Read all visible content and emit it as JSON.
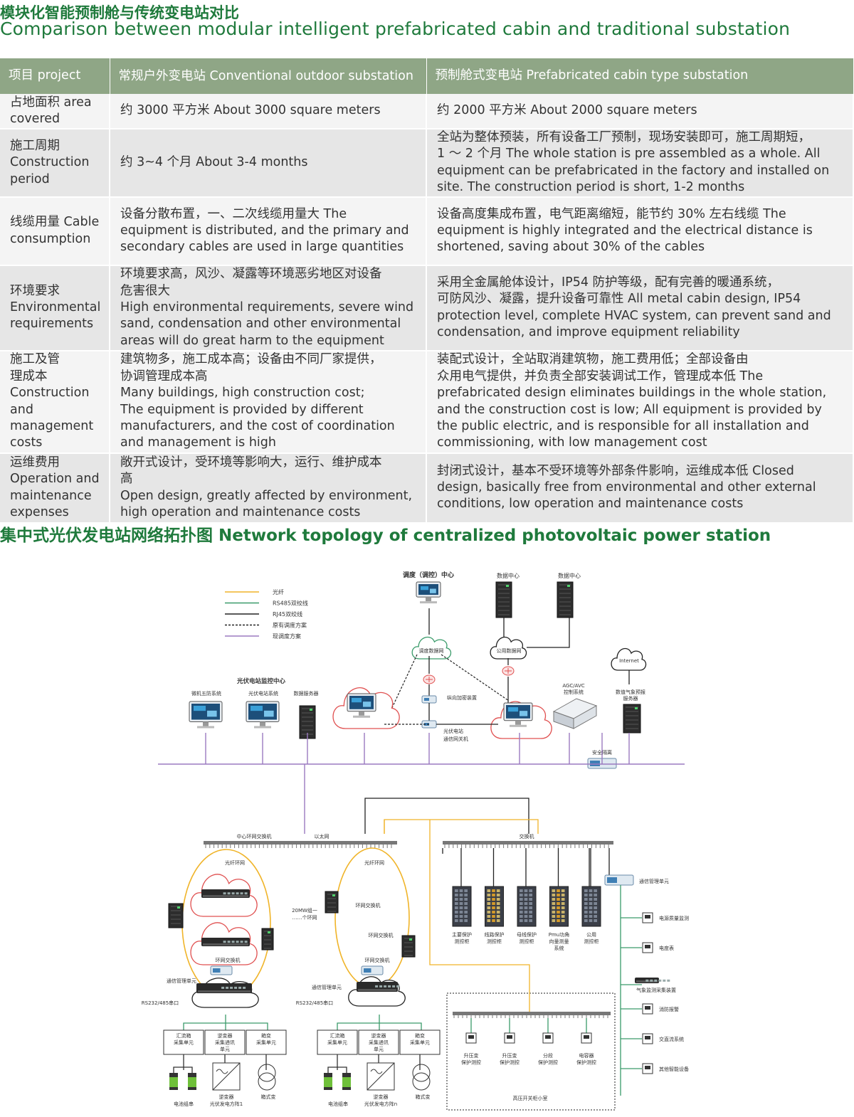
{
  "title_cn": "模块化智能预制舱与传统变电站对比",
  "title_en": "Comparison between modular intelligent prefabricated cabin and traditional substation",
  "table": {
    "headers": [
      "项目 project",
      "常规户外变电站 Conventional outdoor substation",
      "预制舱式变电站 Prefabricated cabin type substation"
    ],
    "rows": [
      {
        "item": [
          "占地面积 area",
          "covered"
        ],
        "conventional": [
          "约 3000 平方米 About 3000 square meters"
        ],
        "prefab": [
          "约 2000 平方米 About 2000 square meters"
        ]
      },
      {
        "item": [
          "施工周期",
          "Construction",
          "period"
        ],
        "conventional": [
          "约 3~4 个月 About 3-4 months"
        ],
        "prefab": [
          "全站为整体预装，所有设备工厂预制，现场安装即可，施工周期短，",
          "1 ～ 2 个月 The whole station is pre assembled as a whole. All",
          "equipment can be prefabricated in the factory and installed on",
          "site. The construction period is short, 1-2 months"
        ]
      },
      {
        "item": [
          "线缆用量 Cable",
          "consumption"
        ],
        "conventional": [
          "设备分散布置，一、二次线缆用量大 The",
          "equipment is distributed, and the primary and",
          "secondary cables are used in large quantities"
        ],
        "prefab": [
          "设备高度集成布置，电气距离缩短，能节约 30% 左右线缆 The",
          "equipment is highly integrated and the electrical distance is",
          "shortened, saving about 30% of the cables"
        ]
      },
      {
        "item": [
          "环境要求",
          "Environmental",
          "requirements"
        ],
        "conventional": [
          "环境要求高，风沙、凝露等环境恶劣地区对设备",
          "危害很大",
          "High environmental requirements, severe wind",
          "sand, condensation and other environmental",
          "areas will do great harm to the equipment"
        ],
        "prefab": [
          "采用全金属舱体设计，IP54 防护等级，配有完善的暖通系统，",
          "可防风沙、凝露，提升设备可靠性 All metal cabin design, IP54",
          "protection level, complete HVAC system, can prevent sand and",
          "condensation, and improve equipment reliability"
        ]
      },
      {
        "item": [
          "施工及管",
          "理成本",
          "Construction",
          "and",
          "management",
          "costs"
        ],
        "conventional": [
          "建筑物多，施工成本高；设备由不同厂家提供，",
          "协调管理成本高",
          "Many buildings, high construction cost;",
          "The equipment is provided by different",
          "manufacturers, and the cost of coordination",
          "and management is high"
        ],
        "prefab": [
          "装配式设计，全站取消建筑物，施工费用低；全部设备由",
          "众用电气提供，并负责全部安装调试工作，管理成本低 The",
          "prefabricated design eliminates buildings in the whole station,",
          "and the construction cost is low; All equipment is provided by",
          "the public electric, and is responsible for all installation and",
          "commissioning, with low management cost"
        ]
      },
      {
        "item": [
          "运维费用",
          "Operation and",
          "maintenance",
          "expenses"
        ],
        "conventional": [
          "敞开式设计，受环境等影响大，运行、维护成本",
          "高",
          "Open design, greatly affected by environment,",
          "high operation and maintenance costs"
        ],
        "prefab": [
          "封闭式设计，基本不受环境等外部条件影响，运维成本低 Closed",
          "design, basically free from environmental and other external",
          "conditions, low operation and maintenance costs"
        ]
      }
    ]
  },
  "topology_title": "集中式光伏发电站网络拓扑图 Network topology of centralized photovoltaic power station",
  "topology": {
    "legend": [
      {
        "label": "光纤",
        "color": "#f0b429",
        "dash": false
      },
      {
        "label": "RS485双绞线",
        "color": "#3a9b6a",
        "dash": false
      },
      {
        "label": "RJ45双绞线",
        "color": "#222222",
        "dash": false
      },
      {
        "label": "原有调度方案",
        "color": "#222222",
        "dash": true
      },
      {
        "label": "现调度方案",
        "color": "#9b7ac0",
        "dash": false
      }
    ],
    "labels": {
      "dispatch_center": "调度（调控）中心",
      "data_center_1": "数据中心",
      "data_center_2": "数据中心",
      "dispatch_net": "调度数据网",
      "public_net": "公用数据网",
      "internet": "Internet",
      "monitor_center": "光伏电站监控中心",
      "wufang": "微机五防系统",
      "pv_system": "光伏电站系统",
      "data_server": "数据服务器",
      "encrypt": "纵向加密装置",
      "gateway_1": "光伏电站",
      "gateway_2": "通信网关机",
      "agc_1": "AGC/AVC",
      "agc_2": "控制系统",
      "weather_1": "数值气象预报",
      "weather_2": "服务器",
      "isolation": "安全隔离",
      "core_switch": "中心环网交换机",
      "ethernet": "以太网",
      "switch": "交换机",
      "fiber_ring_1": "光纤环网",
      "fiber_ring_2": "光纤环网",
      "ring_switch_1": "环网交换机",
      "ring_switch_2": "环网交换机",
      "ring_switch_3": "环网交换机",
      "ring_switch_4": "环网交换机",
      "ring_20mw_1": "20MW组一",
      "ring_20mw_2": "……个环网",
      "comm_unit_1": "通信管理单元",
      "comm_unit_2": "通信管理单元",
      "comm_unit_3": "通信管理单元",
      "serial_1": "RS232/485串口",
      "serial_2": "RS232/485串口",
      "hv_room": "高压开关柜小室",
      "battery_1": "电池组串",
      "battery_2": "电池组串",
      "inverter_1a": "逆变器",
      "inverter_1b": "光伏发电方阵1",
      "inverter_2a": "逆变器",
      "inverter_2b": "光伏发电方阵n",
      "box_1": "箱式变",
      "box_2": "箱式变"
    },
    "field_boxes_left": [
      [
        "汇流箱",
        "采集单元"
      ],
      [
        "逆变器",
        "采集通讯",
        "单元"
      ],
      [
        "箱变",
        "采集单元"
      ]
    ],
    "field_boxes_right": [
      [
        "汇流箱",
        "采集单元"
      ],
      [
        "逆变器",
        "采集通讯",
        "单元"
      ],
      [
        "箱变",
        "采集单元"
      ]
    ],
    "cabinets": [
      [
        "主要保护",
        "测控柜"
      ],
      [
        "线路保护",
        "测控柜"
      ],
      [
        "母线保护",
        "测控柜"
      ],
      [
        "Pmu功角",
        "向量测量",
        "系统"
      ],
      [
        "公用",
        "测控柜"
      ]
    ],
    "hv_units": [
      [
        "升压变",
        "保护测控"
      ],
      [
        "升压变",
        "保护测控"
      ],
      [
        "分段",
        "保护测控"
      ],
      [
        "电容器",
        "保护测控"
      ]
    ],
    "side_devices": [
      "电源质量监测",
      "电度表",
      "气象监测采集装置",
      "消防报警",
      "交直流系统",
      "其他智能设备"
    ]
  }
}
